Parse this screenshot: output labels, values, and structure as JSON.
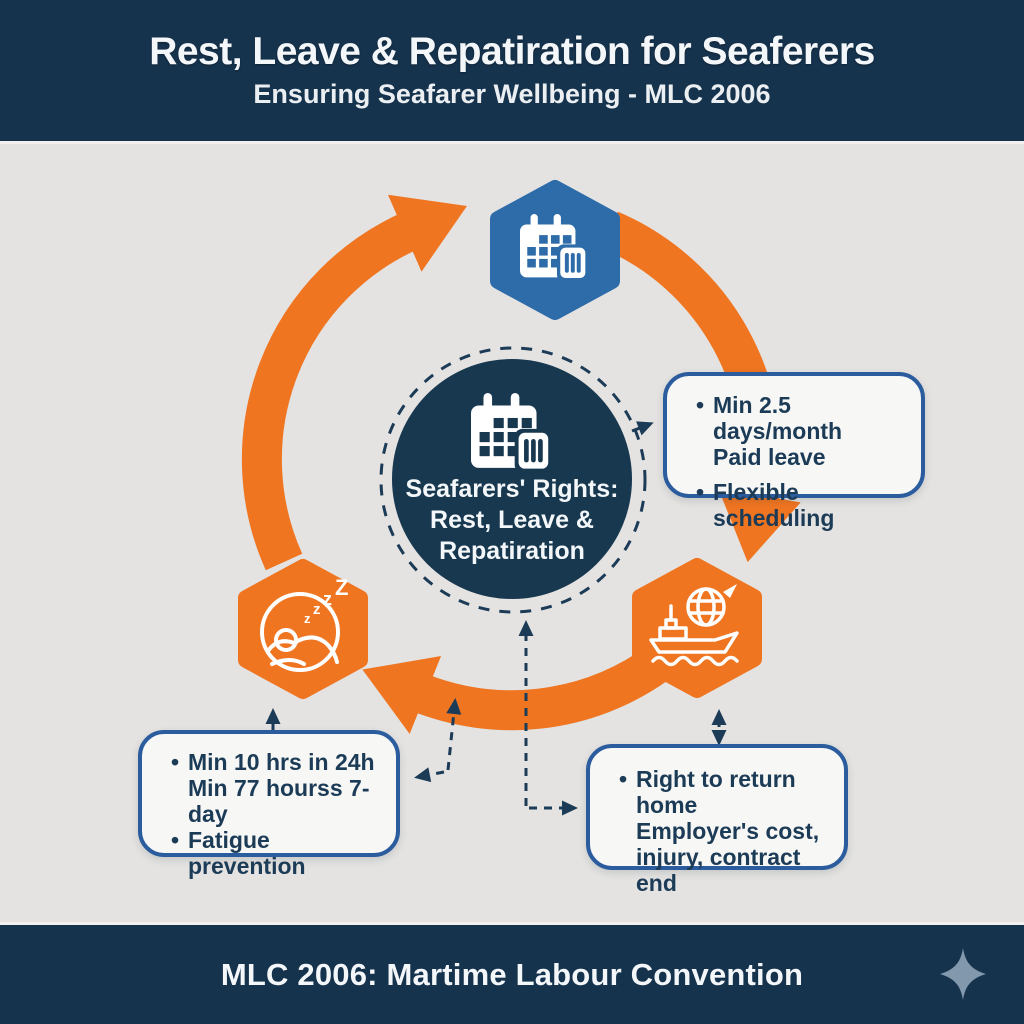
{
  "colors": {
    "band_navy": "#16334e",
    "body_bg": "#e4e3e1",
    "arrow_orange": "#ef7521",
    "hexagon_blue": "#2d6ca9",
    "hexagon_orange": "#ef7521",
    "center_circle_navy": "#183850",
    "callout_border_blue": "#2b5c9e",
    "callout_bg": "#f7f7f5",
    "dark_text": "#1c3b57",
    "light_text": "#f4f7f9",
    "sparkle_gray_blue": "#8299ad"
  },
  "header": {
    "title": "Rest, Leave & Repatiration for Seaferers",
    "subtitle": "Ensuring Seafarer Wellbeing - MLC 2006"
  },
  "center_node": {
    "icon": "calendar-icon",
    "lines": [
      "Seafarers' Rights:",
      "Rest, Leave &",
      "Repatiration"
    ]
  },
  "cycle_nodes": {
    "top": {
      "icon": "calendar-icon"
    },
    "left": {
      "icon": "sleeping-person-zzz-icon",
      "zzz": [
        "z",
        "z",
        "z",
        "Z"
      ]
    },
    "right": {
      "icon": "ship-globe-icon"
    }
  },
  "callouts": {
    "paid_leave": {
      "items": [
        {
          "marker": "•",
          "lines": [
            "Min 2.5 days/month",
            "Paid leave"
          ]
        },
        {
          "marker": "•",
          "lines": [
            "Flexible scheduling"
          ]
        }
      ]
    },
    "rest_hours": {
      "items": [
        {
          "marker": "•",
          "lines": [
            "Min 10 hrs in 24h",
            "Min 77 hourss 7-day"
          ]
        },
        {
          "marker": "•",
          "lines": [
            "Fatigue prevention"
          ]
        }
      ]
    },
    "repatriation": {
      "items": [
        {
          "marker": "•",
          "lines": [
            "Right to return home",
            "Employer's cost,",
            "injury, contract end"
          ]
        }
      ]
    }
  },
  "footer": {
    "text": "MLC 2006: Martime Labour Convention",
    "icon": "sparkle-icon"
  }
}
